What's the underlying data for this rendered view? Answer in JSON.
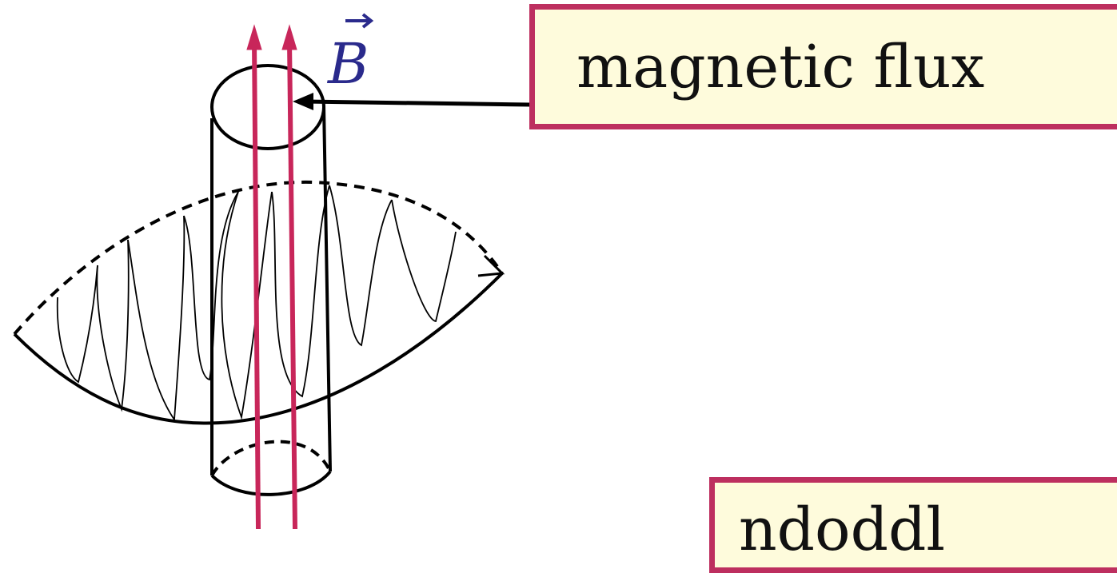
{
  "labels": {
    "field_symbol": "B",
    "flux_label": "magnetic flux",
    "lower_label": "ndoddl"
  },
  "colors": {
    "field_lines": "#c8265a",
    "box_border": "#bd2f5f",
    "box_fill": "#fefbdc",
    "symbol": "#2a2a8c",
    "outline": "#000000"
  }
}
